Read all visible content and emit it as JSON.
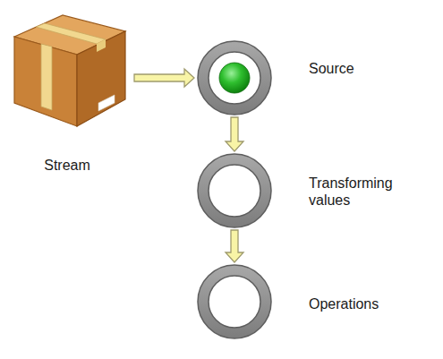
{
  "diagram": {
    "nodes": [
      {
        "text": [
          "Stream"
        ]
      },
      {
        "text": [
          "Source"
        ]
      },
      {
        "text": [
          "Transforming values"
        ]
      },
      {
        "text": [
          "Operations"
        ]
      }
    ],
    "edges": [
      {
        "from": 0,
        "to": 1,
        "arrow": "to"
      },
      {
        "from": 1,
        "to": 2,
        "arrow": "to"
      },
      {
        "from": 2,
        "to": 3,
        "arrow": "to"
      }
    ]
  }
}
